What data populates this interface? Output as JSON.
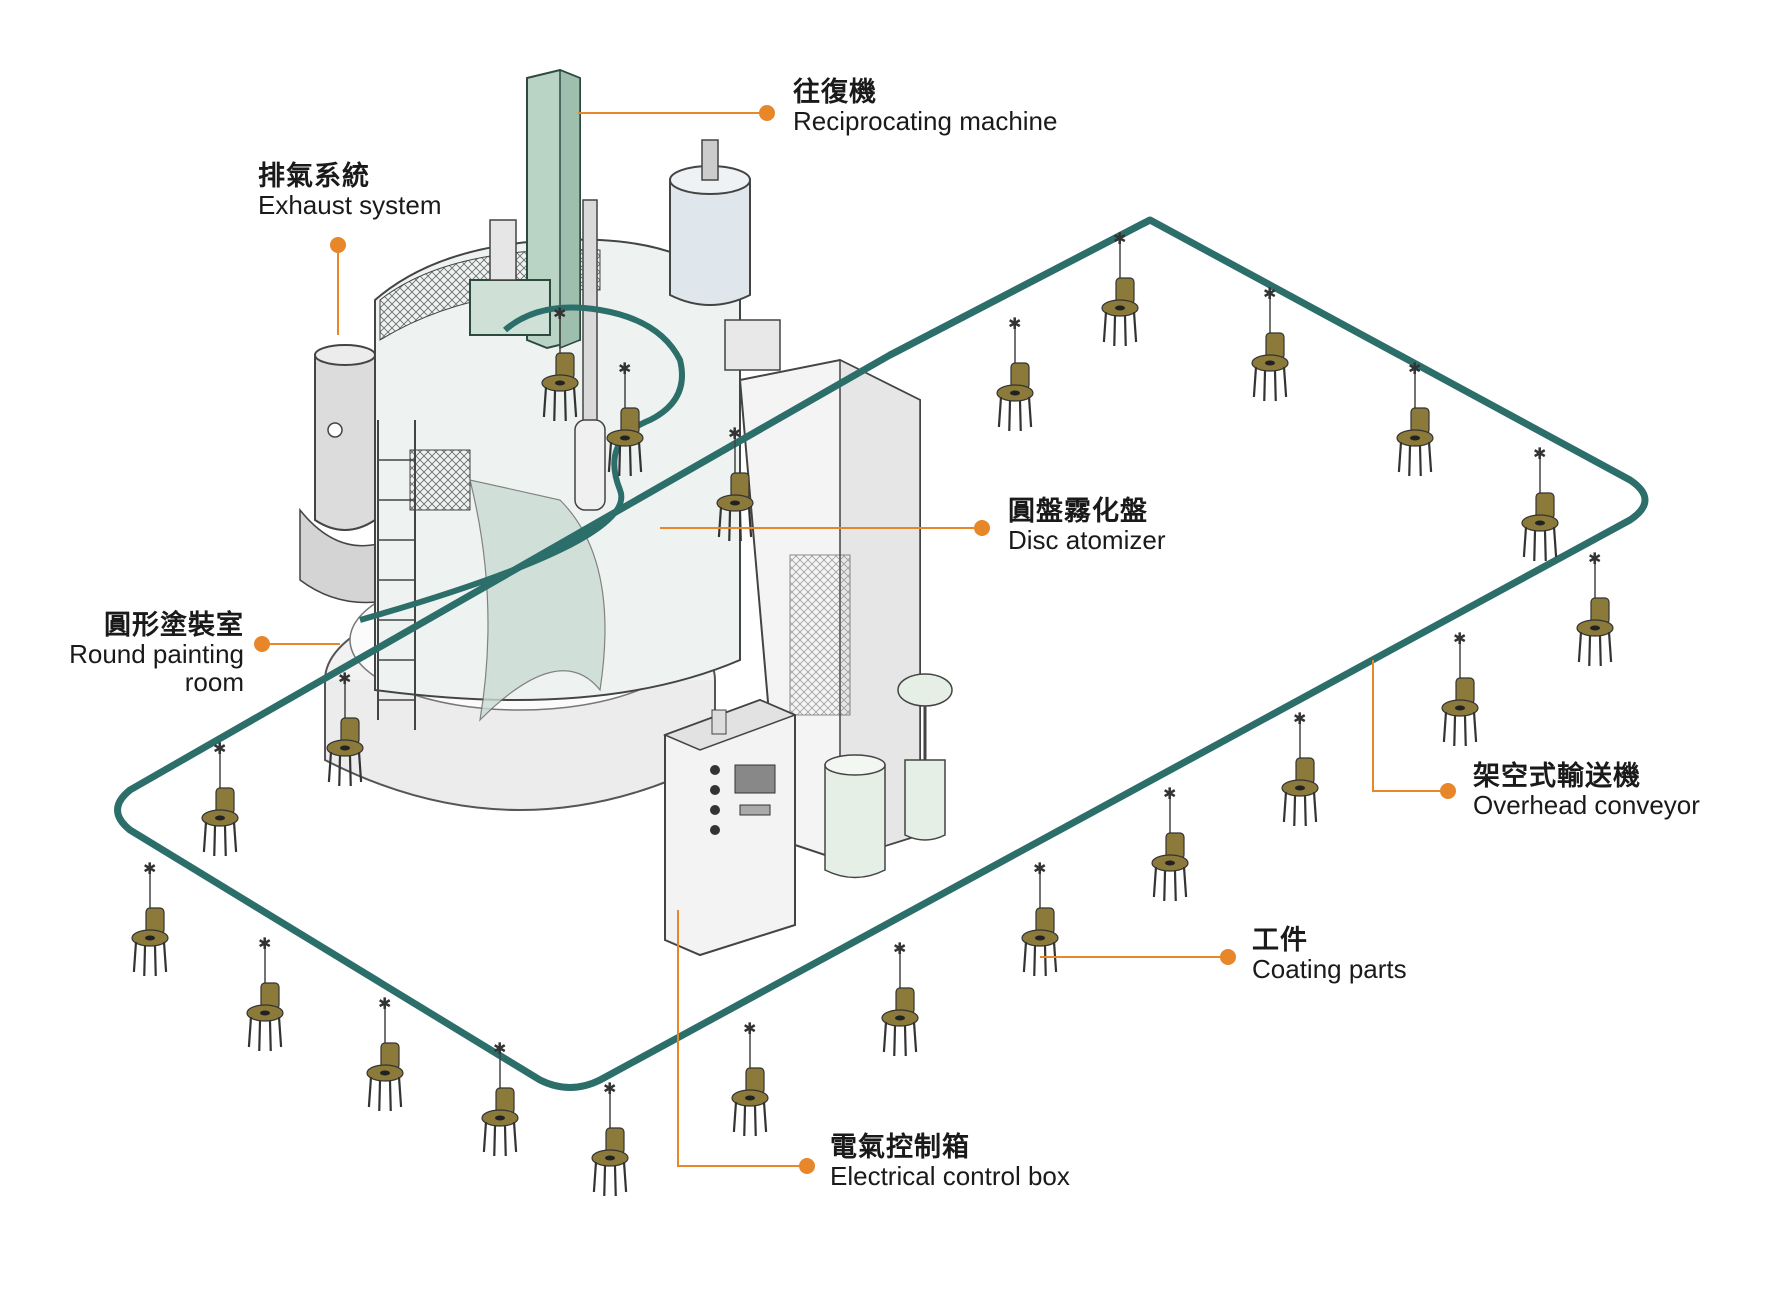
{
  "labels": {
    "reciprocating": {
      "zh": "往復機",
      "en": "Reciprocating machine"
    },
    "exhaust": {
      "zh": "排氣系統",
      "en": "Exhaust system"
    },
    "disc": {
      "zh": "圓盤霧化盤",
      "en": "Disc atomizer"
    },
    "room": {
      "zh": "圓形塗裝室",
      "en1": "Round painting",
      "en2": "room"
    },
    "conveyor": {
      "zh": "架空式輸送機",
      "en": "Overhead conveyor"
    },
    "parts": {
      "zh": "工件",
      "en": "Coating parts"
    },
    "control": {
      "zh": "電氣控制箱",
      "en": "Electrical control box"
    }
  },
  "colors": {
    "leader": "#e8862a",
    "track": "#2c6e6a",
    "booth_green": "#b9d3c4",
    "chair": "#8b7a3a",
    "line": "#555555"
  }
}
